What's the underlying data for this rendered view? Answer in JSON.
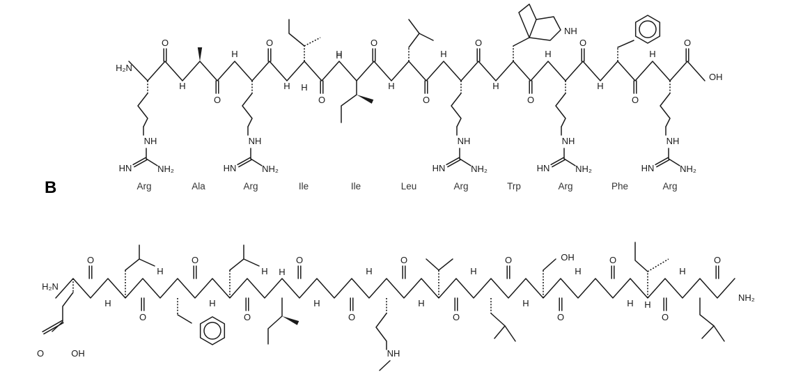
{
  "panel_label": "B",
  "peptide_a": {
    "sequence": [
      "Arg",
      "Ala",
      "Arg",
      "Ile",
      "Ile",
      "Leu",
      "Arg",
      "Trp",
      "Arg",
      "Phe",
      "Arg"
    ],
    "atoms": {
      "n_term": "H₂N",
      "c_term": "OH",
      "amide_h": "H",
      "alpha_h": "H",
      "indole_nh": "NH",
      "guan_nh": "NH",
      "guan_imine": "HN",
      "guan_amine": "NH₂",
      "carbonyl_o": "O"
    }
  },
  "peptide_b": {
    "atoms": {
      "n_term": "H₂N",
      "c_term_amide": "NH₂",
      "acid_o": "O",
      "acid_oh": "OH",
      "ser_oh": "OH",
      "amide_h": "H",
      "alpha_h": "H",
      "guan_nh": "NH",
      "carbonyl_o": "O"
    }
  }
}
